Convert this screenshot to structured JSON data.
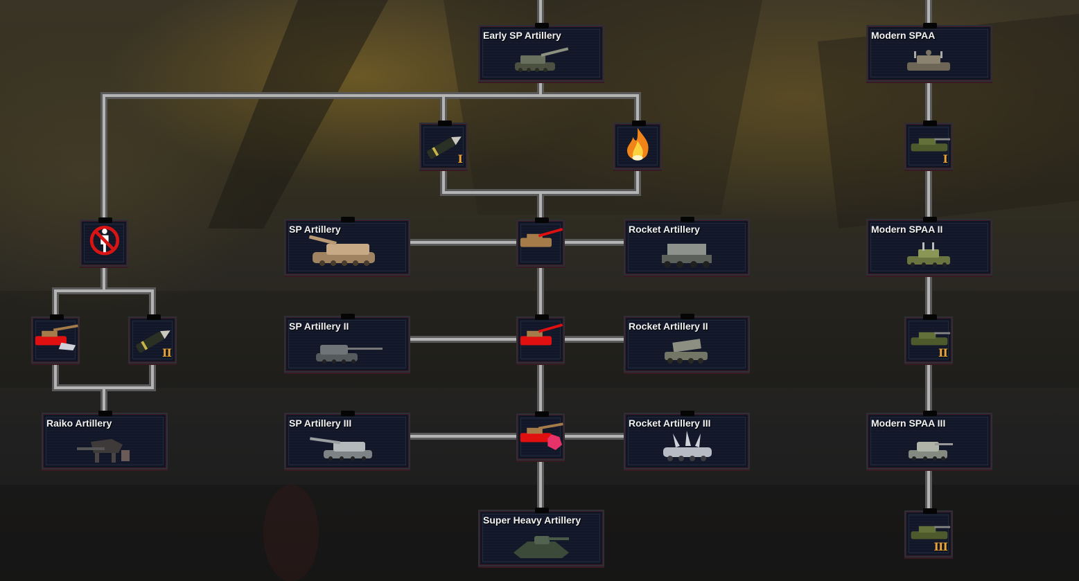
{
  "tree": {
    "early_sp_artillery": {
      "label": "Early SP Artillery"
    },
    "sp_artillery": {
      "label": "SP Artillery"
    },
    "sp_artillery_2": {
      "label": "SP Artillery II"
    },
    "sp_artillery_3": {
      "label": "SP Artillery III"
    },
    "rocket_artillery": {
      "label": "Rocket Artillery"
    },
    "rocket_artillery_2": {
      "label": "Rocket Artillery II"
    },
    "rocket_artillery_3": {
      "label": "Rocket Artillery III"
    },
    "super_heavy_artillery": {
      "label": "Super Heavy Artillery"
    },
    "raiko_artillery": {
      "label": "Raiko Artillery"
    },
    "modern_spaa": {
      "label": "Modern SPAA"
    },
    "modern_spaa_2": {
      "label": "Modern SPAA II"
    },
    "modern_spaa_3": {
      "label": "Modern SPAA III"
    }
  },
  "upgrades": {
    "shell_1": {
      "tier": "I"
    },
    "shell_2": {
      "tier": "II"
    },
    "spaa_up_1": {
      "tier": "I"
    },
    "spaa_up_2": {
      "tier": "II"
    },
    "spaa_up_3": {
      "tier": "III"
    }
  },
  "colors": {
    "pipe": "#9a9a9a",
    "node_bg": "#111624",
    "tier_text": "#e8a23a",
    "upgrade_red": "#e01010",
    "upgrade_tan": "#a67b4a"
  }
}
